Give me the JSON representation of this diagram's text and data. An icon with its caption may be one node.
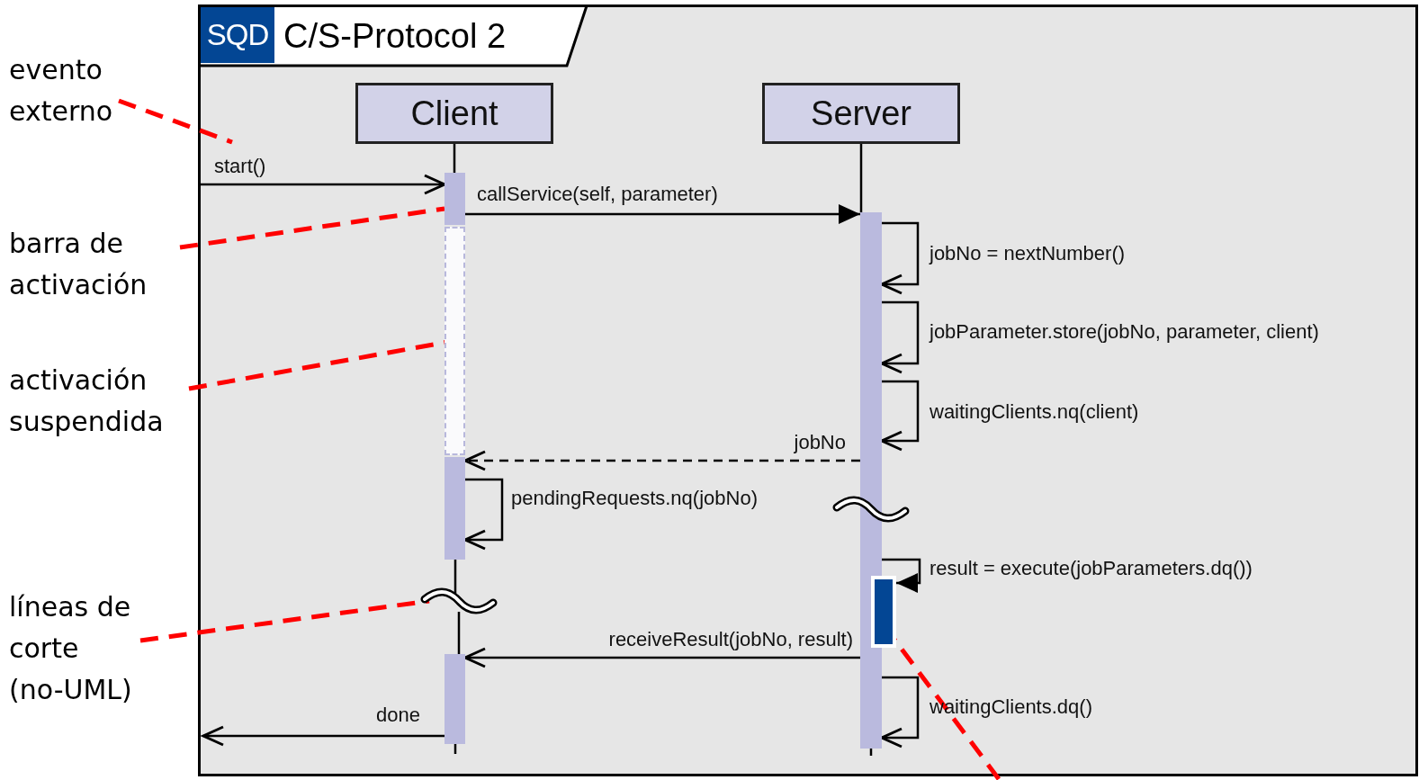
{
  "diagram": {
    "nodes": [
      {
        "text": [
          "SQD",
          "C/S-Protocol 2"
        ]
      },
      {
        "text": [
          "evento externo"
        ]
      },
      {
        "text": [
          "Client"
        ],
        "in": 0
      },
      {
        "text": [
          "Server"
        ],
        "in": 0
      },
      {
        "text": [],
        "shape": "bar",
        "in": 0
      },
      {
        "text": [
          "barra de activación"
        ]
      },
      {
        "text": [],
        "shape": "bar",
        "in": 0
      },
      {
        "text": [
          "activación suspendida"
        ]
      },
      {
        "text": [],
        "shape": "bar",
        "in": 0
      },
      {
        "text": [],
        "shape": "bar",
        "in": 0
      },
      {
        "text": [],
        "shape": "wave",
        "in": 0
      },
      {
        "text": [],
        "shape": "bar",
        "in": 0
      },
      {
        "text": [],
        "shape": "wave",
        "in": 0
      },
      {
        "text": [
          "líneas de corte (no-UML)"
        ]
      },
      {
        "text": [],
        "shape": "bar",
        "in": 0
      }
    ],
    "edges": [
      {
        "from": null,
        "to": 4,
        "arrow": "to",
        "label": "start()"
      },
      {
        "from": 4,
        "to": 8,
        "arrow": "to",
        "label": "callService(self, parameter)"
      },
      {
        "from": 8,
        "to": 8,
        "arrow": "to",
        "label": "jobNo = nextNumber()"
      },
      {
        "from": 8,
        "to": 8,
        "arrow": "to",
        "label": "jobParameter.store(jobNo, parameter, client)"
      },
      {
        "from": 8,
        "to": 8,
        "arrow": "to",
        "label": "waitingClients.nq(client)"
      },
      {
        "from": 8,
        "to": 9,
        "arrow": "to",
        "label": "jobNo",
        "style": "dashed"
      },
      {
        "from": 9,
        "to": 9,
        "arrow": "to",
        "label": "pendingRequests.nq(jobNo)"
      },
      {
        "from": 8,
        "to": 11,
        "arrow": "to",
        "label": "result = execute(jobParameters.dq())"
      },
      {
        "from": 8,
        "to": 14,
        "arrow": "to",
        "label": "receiveResult(jobNo, result)"
      },
      {
        "from": 8,
        "to": 8,
        "arrow": "to",
        "label": "waitingClients.dq()"
      },
      {
        "from": 14,
        "to": null,
        "arrow": "to",
        "label": "done"
      },
      {
        "from": 1,
        "to": null,
        "arrow": "none",
        "style": "dashed",
        "color": "#ff0000"
      },
      {
        "from": 5,
        "to": 4,
        "arrow": "none",
        "style": "dashed",
        "color": "#ff0000"
      },
      {
        "from": 7,
        "to": 6,
        "arrow": "none",
        "style": "dashed",
        "color": "#ff0000"
      },
      {
        "from": 13,
        "to": 12,
        "arrow": "none",
        "style": "dashed",
        "color": "#ff0000"
      },
      {
        "from": null,
        "to": 11,
        "arrow": "none",
        "style": "dashed",
        "color": "#ff0000"
      },
      {
        "from": 2,
        "to": 4,
        "arrow": "none"
      },
      {
        "from": 9,
        "to": 12,
        "arrow": "none"
      },
      {
        "from": 12,
        "to": 14,
        "arrow": "none"
      },
      {
        "from": 14,
        "to": null,
        "arrow": "none"
      },
      {
        "from": 3,
        "to": 8,
        "arrow": "none"
      },
      {
        "from": 8,
        "to": null,
        "arrow": "none"
      }
    ]
  }
}
